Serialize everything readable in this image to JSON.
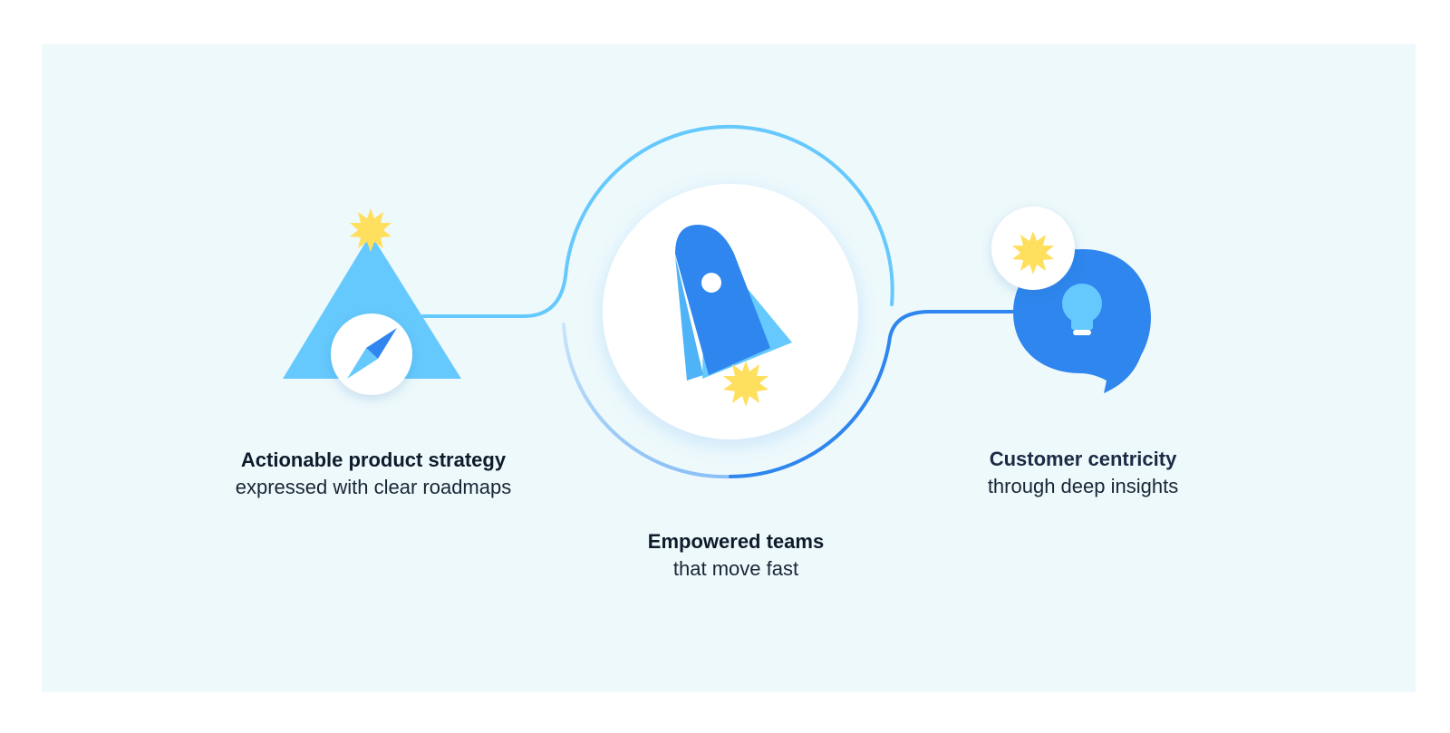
{
  "colors": {
    "background": "#eef9fc",
    "light_blue": "#66c9fd",
    "mid_blue": "#4fb3f7",
    "dark_blue": "#2f86ee",
    "star_yellow": "#ffdf5e",
    "text": "#0f1a2b"
  },
  "icons": [
    "star-icon",
    "compass-icon",
    "rocket-icon",
    "lightbulb-icon",
    "speech-bubble-icon"
  ],
  "pillars": {
    "strategy": {
      "title": "Actionable product strategy",
      "subtitle": "expressed with clear roadmaps"
    },
    "teams": {
      "title": "Empowered teams",
      "subtitle": "that move fast"
    },
    "customer": {
      "title": "Customer centricity",
      "subtitle": "through deep insights"
    }
  }
}
